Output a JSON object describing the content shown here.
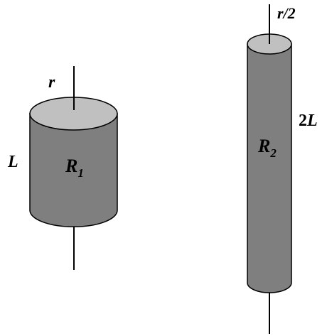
{
  "resistor_1": {
    "radius_label": "r",
    "length_label": "L",
    "name_letter": "R",
    "name_subscript": "1"
  },
  "resistor_2": {
    "radius_label": "r/2",
    "length_label_number": "2",
    "length_label_letter": "L",
    "name_letter": "R",
    "name_subscript": "2"
  },
  "colors": {
    "cylinder_body": "#7f7f7f",
    "cylinder_top": "#c0c0c0",
    "stroke": "#000000"
  }
}
